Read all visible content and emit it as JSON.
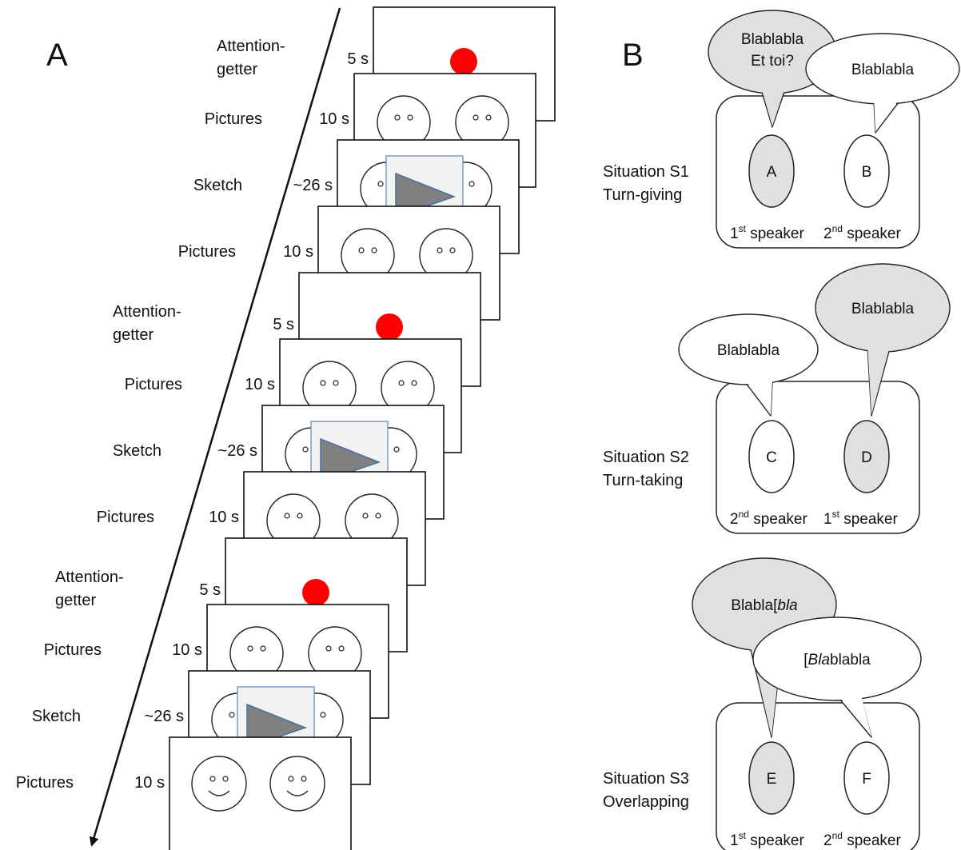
{
  "panel_a": {
    "letter": "A",
    "frames": [
      {
        "kind": "attention",
        "label": [
          "Attention-",
          "getter"
        ],
        "duration": "5 s"
      },
      {
        "kind": "pictures",
        "label": [
          "Pictures"
        ],
        "duration": "10 s"
      },
      {
        "kind": "sketch",
        "label": [
          "Sketch"
        ],
        "duration": "~26 s"
      },
      {
        "kind": "pictures",
        "label": [
          "Pictures"
        ],
        "duration": "10 s"
      },
      {
        "kind": "attention",
        "label": [
          "Attention-",
          "getter"
        ],
        "duration": "5 s"
      },
      {
        "kind": "pictures",
        "label": [
          "Pictures"
        ],
        "duration": "10 s"
      },
      {
        "kind": "sketch",
        "label": [
          "Sketch"
        ],
        "duration": "~26 s"
      },
      {
        "kind": "pictures",
        "label": [
          "Pictures"
        ],
        "duration": "10 s"
      },
      {
        "kind": "attention",
        "label": [
          "Attention-",
          "getter"
        ],
        "duration": "5 s"
      },
      {
        "kind": "pictures",
        "label": [
          "Pictures"
        ],
        "duration": "10 s"
      },
      {
        "kind": "sketch",
        "label": [
          "Sketch"
        ],
        "duration": "~26 s"
      },
      {
        "kind": "pictures_smile",
        "label": [
          "Pictures"
        ],
        "duration": "10 s"
      }
    ],
    "colors": {
      "dot": "#ff0000",
      "triangle": "#808080",
      "triangle_edge": "#4a6fa5",
      "sketch_box": "#f2f2f2",
      "sketch_border": "#6a8fc0"
    }
  },
  "panel_b": {
    "letter": "B",
    "situations": [
      {
        "label": [
          "Situation S1",
          "Turn-giving"
        ],
        "left_char": "A",
        "right_char": "B",
        "left_filled": true,
        "right_filled": false,
        "left_bubble": [
          "Blablabla",
          "Et toi?"
        ],
        "left_bubble_filled": true,
        "right_bubble": [
          "Blablabla"
        ],
        "right_bubble_filled": false,
        "left_role": {
          "num": "1",
          "sup": "st",
          "word": " speaker"
        },
        "right_role": {
          "num": "2",
          "sup": "nd",
          "word": " speaker"
        }
      },
      {
        "label": [
          "Situation S2",
          "Turn-taking"
        ],
        "left_char": "C",
        "right_char": "D",
        "left_filled": false,
        "right_filled": true,
        "left_bubble": [
          "Blablabla"
        ],
        "left_bubble_filled": false,
        "right_bubble": [
          "Blablabla"
        ],
        "right_bubble_filled": true,
        "left_role": {
          "num": "2",
          "sup": "nd",
          "word": " speaker"
        },
        "right_role": {
          "num": "1",
          "sup": "st",
          "word": " speaker"
        }
      },
      {
        "label": [
          "Situation S3",
          "Overlapping"
        ],
        "left_char": "E",
        "right_char": "F",
        "left_filled": true,
        "right_filled": false,
        "left_bubble_parts": [
          {
            "t": "Blabla[",
            "i": false
          },
          {
            "t": "bla",
            "i": true
          }
        ],
        "left_bubble_filled": true,
        "right_bubble_parts": [
          {
            "t": "[",
            "i": false
          },
          {
            "t": "Bla",
            "i": true
          },
          {
            "t": "blabla",
            "i": false
          }
        ],
        "right_bubble_filled": false,
        "left_role": {
          "num": "1",
          "sup": "st",
          "word": " speaker"
        },
        "right_role": {
          "num": "2",
          "sup": "nd",
          "word": " speaker"
        }
      }
    ],
    "colors": {
      "filled": "#e0e0e0",
      "empty": "#ffffff",
      "stroke": "#222222"
    }
  }
}
